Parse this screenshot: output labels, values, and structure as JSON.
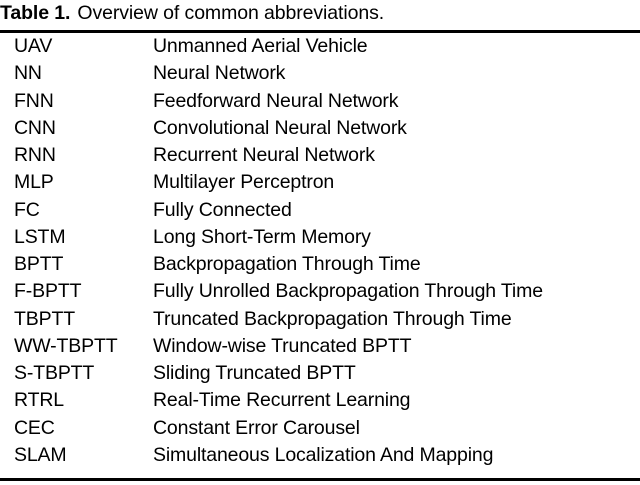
{
  "caption": {
    "label": "Table 1.",
    "text": "Overview of common abbreviations."
  },
  "table": {
    "rows": [
      {
        "abbr": "UAV",
        "definition": "Unmanned Aerial Vehicle"
      },
      {
        "abbr": "NN",
        "definition": "Neural Network"
      },
      {
        "abbr": "FNN",
        "definition": "Feedforward Neural Network"
      },
      {
        "abbr": "CNN",
        "definition": "Convolutional Neural Network"
      },
      {
        "abbr": "RNN",
        "definition": "Recurrent Neural Network"
      },
      {
        "abbr": "MLP",
        "definition": "Multilayer Perceptron"
      },
      {
        "abbr": "FC",
        "definition": "Fully Connected"
      },
      {
        "abbr": "LSTM",
        "definition": "Long Short-Term Memory"
      },
      {
        "abbr": "BPTT",
        "definition": "Backpropagation Through Time"
      },
      {
        "abbr": "F-BPTT",
        "definition": "Fully Unrolled Backpropagation Through Time"
      },
      {
        "abbr": "TBPTT",
        "definition": "Truncated Backpropagation Through Time"
      },
      {
        "abbr": "WW-TBPTT",
        "definition": "Window-wise Truncated BPTT"
      },
      {
        "abbr": "S-TBPTT",
        "definition": "Sliding Truncated BPTT"
      },
      {
        "abbr": "RTRL",
        "definition": "Real-Time Recurrent Learning"
      },
      {
        "abbr": "CEC",
        "definition": "Constant Error Carousel"
      },
      {
        "abbr": "SLAM",
        "definition": "Simultaneous Localization And Mapping"
      }
    ]
  },
  "colors": {
    "text": "#000000",
    "rule": "#000000",
    "background": "#ffffff"
  }
}
